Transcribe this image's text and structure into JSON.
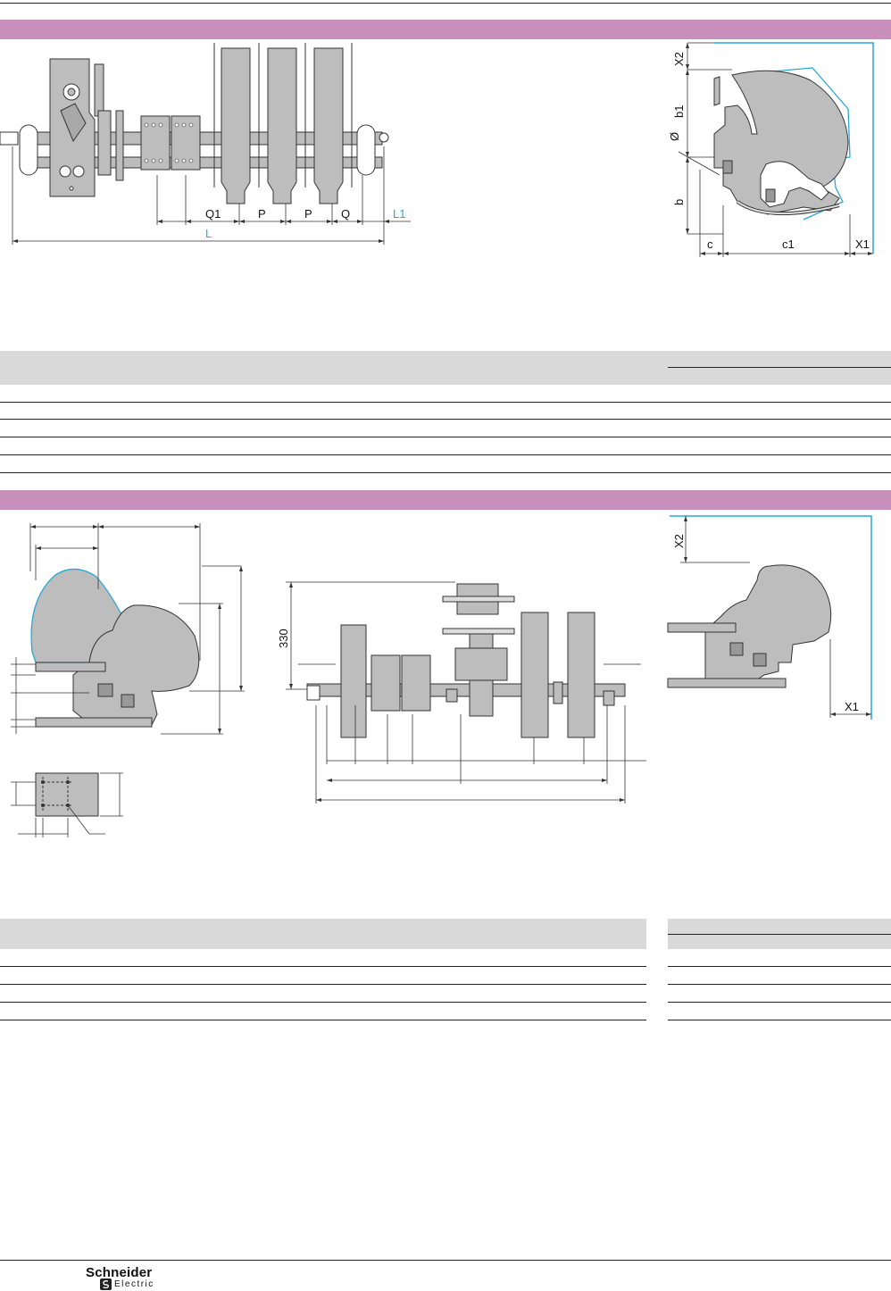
{
  "colors": {
    "section_band": "#c98fbd",
    "table_header": "#d9d9d9",
    "drawing_gray": "#b9b9b9",
    "dimension_blue": "#2aa7d8"
  },
  "diagram1": {
    "labels": {
      "q1": "Q1",
      "p1": "P",
      "p2": "P",
      "q": "Q",
      "l1": "L1",
      "l": "L"
    }
  },
  "diagram2": {
    "labels": {
      "x2": "X2",
      "b1": "b1",
      "dia": "Ø",
      "b": "b",
      "c": "c",
      "c1": "c1",
      "x1": "X1"
    }
  },
  "diagram4": {
    "labels": {
      "h330": "330"
    }
  },
  "diagram5": {
    "labels": {
      "x2": "X2",
      "x1": "X1"
    }
  },
  "footer": {
    "brand_name": "Schneider",
    "brand_sub": "Electric"
  }
}
